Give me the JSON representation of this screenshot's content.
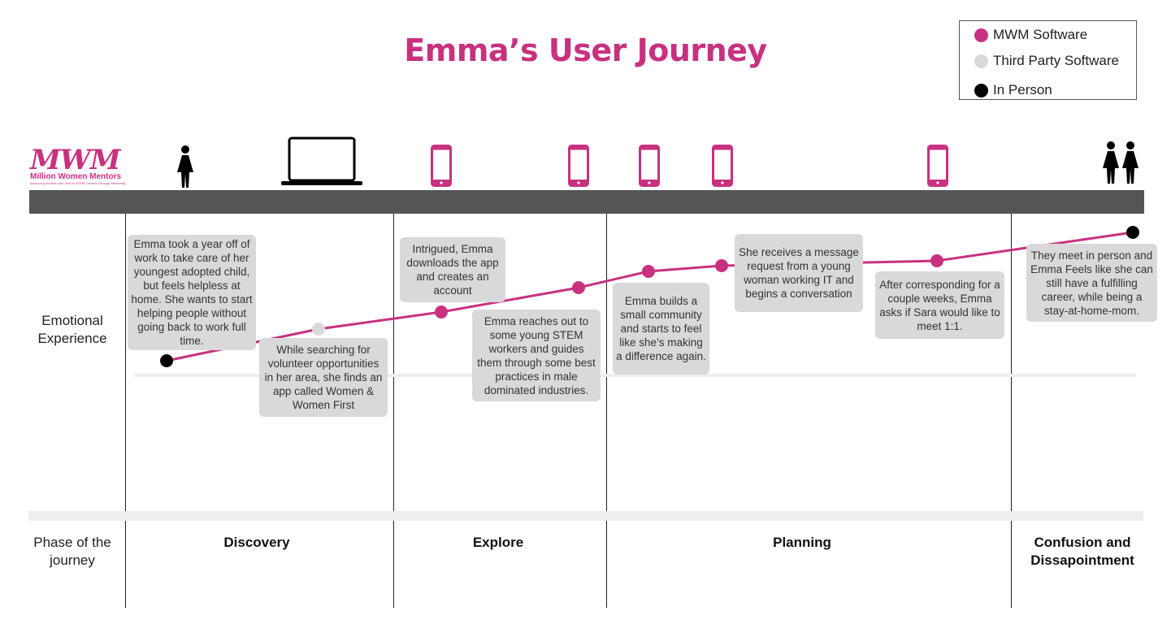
{
  "title": "Emma’s User Journey",
  "legend": [
    {
      "label": "MWM Software",
      "color": "#c8317f"
    },
    {
      "label": "Third Party Software",
      "color": "#d9d9d9"
    },
    {
      "label": "In Person",
      "color": "#000000"
    }
  ],
  "logo": {
    "main": "MWM",
    "sub": "Million Women Mentors",
    "tagline": "Advancing Women and Girls in STEM Careers Through Mentoring"
  },
  "icons": [
    {
      "kind": "woman-icon"
    },
    {
      "kind": "laptop-icon"
    },
    {
      "kind": "phone-icon"
    },
    {
      "kind": "phone-icon"
    },
    {
      "kind": "phone-icon"
    },
    {
      "kind": "phone-icon"
    },
    {
      "kind": "phone-icon"
    },
    {
      "kind": "two-women-icon"
    }
  ],
  "rows": {
    "emotional": "Emotional Experience",
    "phase": "Phase of the journey"
  },
  "phases": [
    "Discovery",
    "Explore",
    "Planning",
    "Confusion and Dissapointment"
  ],
  "steps": [
    {
      "type": "in-person",
      "text": "Emma took a year off of work to take care of her youngest adopted child, but feels helpless at home. She wants to start helping people without going back to work full time."
    },
    {
      "type": "third-party",
      "text": "While searching for volunteer opportunities in her area, she finds an app called Women & Women First"
    },
    {
      "type": "mwm",
      "text": "Intrigued, Emma downloads the app and creates an account"
    },
    {
      "type": "mwm",
      "text": "Emma reaches out to some young STEM workers and guides them through some best practices in male dominated industries."
    },
    {
      "type": "mwm",
      "text": "Emma builds a small community and starts to feel like she’s making a difference again."
    },
    {
      "type": "mwm",
      "text": "She receives a message request from a young woman working IT and begins a conversation"
    },
    {
      "type": "mwm",
      "text": "After corresponding for a couple weeks, Emma asks if Sara would like to meet 1:1."
    },
    {
      "type": "in-person",
      "text": "They meet in person and Emma Feels like she can still have a fulfilling career, while being a stay-at-home-mom."
    }
  ]
}
